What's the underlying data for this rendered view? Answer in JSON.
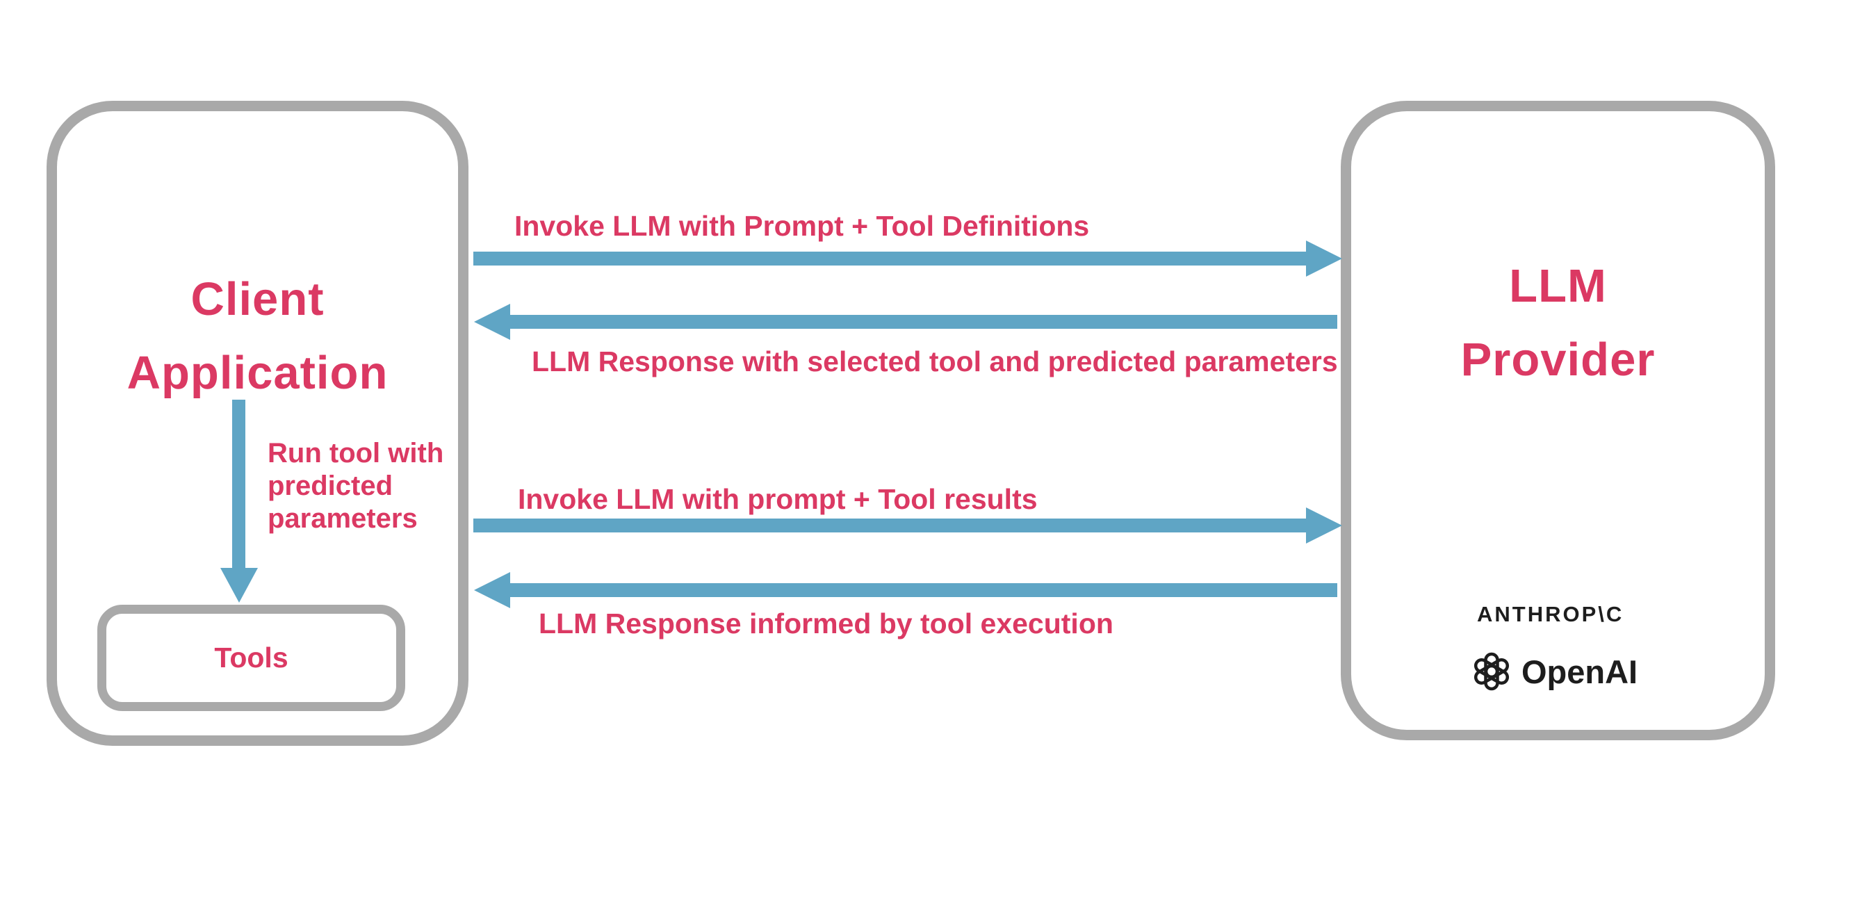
{
  "colors": {
    "pink": "#db3963",
    "blue": "#5fa5c5",
    "gray_border": "#a9a9a9",
    "logo_black": "#1d1d1d",
    "background": "#ffffff"
  },
  "client": {
    "title_line1": "Client",
    "title_line2": "Application",
    "tools_label": "Tools",
    "run_tool_lines": [
      "Run tool with",
      "predicted",
      "parameters"
    ]
  },
  "llm": {
    "title_line1": "LLM",
    "title_line2": "Provider",
    "anthropic_wordmark": "ANTHROP\\C",
    "openai_wordmark": "OpenAI"
  },
  "arrows": [
    {
      "id": "invoke-1",
      "direction": "right",
      "label": "Invoke LLM with Prompt + Tool Definitions"
    },
    {
      "id": "response-1",
      "direction": "left",
      "label": "LLM Response with selected tool and predicted parameters"
    },
    {
      "id": "invoke-2",
      "direction": "right",
      "label": "Invoke LLM with prompt + Tool results"
    },
    {
      "id": "response-2",
      "direction": "left",
      "label": "LLM Response informed by tool execution"
    },
    {
      "id": "run-tool",
      "direction": "down",
      "label": "Run tool with predicted parameters"
    }
  ]
}
